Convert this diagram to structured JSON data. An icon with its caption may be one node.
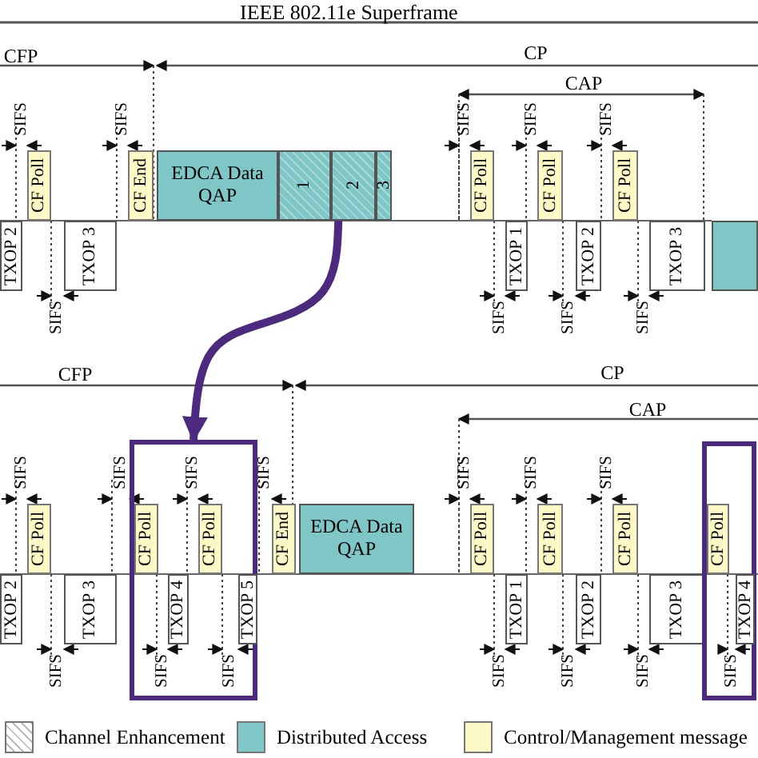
{
  "diagram": {
    "title": "IEEE 802.11e Superframe",
    "nodes": [
      {
        "text": [
          "TXOP 2"
        ]
      },
      {
        "text": [
          "CF Poll"
        ]
      },
      {
        "text": [
          "TXOP 3"
        ]
      },
      {
        "text": [
          "CF End"
        ]
      },
      {
        "text": [
          "EDCA Data QAP"
        ]
      },
      {
        "text": [],
        "shape": "box"
      },
      {
        "text": [
          "1"
        ],
        "in": 5
      },
      {
        "text": [
          "2"
        ],
        "in": 5
      },
      {
        "text": [
          "3"
        ],
        "in": 5
      },
      {
        "text": [
          "CF Poll"
        ]
      },
      {
        "text": [
          "TXOP 1"
        ]
      },
      {
        "text": [
          "CF Poll"
        ]
      },
      {
        "text": [
          "TXOP 2"
        ]
      },
      {
        "text": [
          "CF Poll"
        ]
      },
      {
        "text": [
          "TXOP 3"
        ]
      },
      {
        "text": [],
        "shape": "box"
      },
      {
        "text": [
          "TXOP 2"
        ]
      },
      {
        "text": [
          "CF Poll"
        ]
      },
      {
        "text": [
          "TXOP 3"
        ]
      },
      {
        "text": [],
        "shape": "box"
      },
      {
        "text": [
          "CF Poll"
        ],
        "in": 19
      },
      {
        "text": [
          "TXOP 4"
        ],
        "in": 19
      },
      {
        "text": [
          "CF Poll"
        ],
        "in": 19
      },
      {
        "text": [
          "TXOP 5"
        ],
        "in": 19
      },
      {
        "text": [
          "CF End"
        ]
      },
      {
        "text": [
          "EDCA Data QAP"
        ]
      },
      {
        "text": [
          "CF Poll"
        ]
      },
      {
        "text": [
          "TXOP 1"
        ]
      },
      {
        "text": [
          "CF Poll"
        ]
      },
      {
        "text": [
          "TXOP 2"
        ]
      },
      {
        "text": [
          "CF Poll"
        ]
      },
      {
        "text": [
          "TXOP 3"
        ]
      },
      {
        "text": [],
        "shape": "box"
      },
      {
        "text": [
          "CF Poll"
        ],
        "in": 32
      },
      {
        "text": [
          "TXOP 4"
        ],
        "in": 32
      }
    ],
    "edges": [
      {
        "from": 5,
        "to": 19,
        "arrow": "to",
        "color": "#4b2a80"
      }
    ],
    "labels": [
      "CFP",
      "CP",
      "CAP",
      "SIFS",
      "SIFS",
      "SIFS",
      "SIFS",
      "SIFS",
      "SIFS",
      "SIFS",
      "SIFS",
      "SIFS",
      "CFP",
      "CP",
      "CAP",
      "SIFS",
      "SIFS",
      "SIFS",
      "SIFS",
      "SIFS",
      "SIFS",
      "SIFS",
      "SIFS",
      "SIFS",
      "SIFS",
      "SIFS",
      "SIFS",
      "SIFS",
      "SIFS"
    ],
    "legend": [
      {
        "text": "Channel Enhancement"
      },
      {
        "text": "Distributed Access",
        "color": "#7fc6c6"
      },
      {
        "text": "Control/Management message",
        "color": "#fcf9c6"
      }
    ]
  }
}
